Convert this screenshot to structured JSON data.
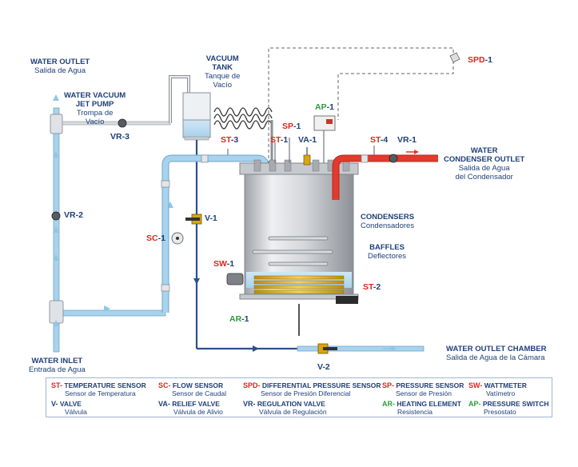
{
  "labels": {
    "water_outlet": {
      "title": "WATER OUTLET",
      "sub": "Salida de Agua"
    },
    "jet_pump": {
      "title1": "WATER VACUUM",
      "title2": "JET PUMP",
      "sub1": "Trompa de",
      "sub2": "Vacío"
    },
    "vacuum_tank": {
      "title1": "VACUUM",
      "title2": "TANK",
      "sub1": "Tanque de",
      "sub2": "Vacío"
    },
    "condenser_outlet": {
      "title1": "WATER",
      "title2": "CONDENSER OUTLET",
      "sub1": "Salida de Agua",
      "sub2": "del Condensador"
    },
    "condensers": {
      "title": "CONDENSERS",
      "sub": "Condensadores"
    },
    "baffles": {
      "title": "BAFFLES",
      "sub": "Deflectores"
    },
    "water_inlet": {
      "title": "WATER INLET",
      "sub": "Entrada de Agua"
    },
    "water_outlet_chamber": {
      "title": "WATER OUTLET CHAMBER",
      "sub": "Salida de Agua de la Cámara"
    }
  },
  "tags": {
    "vr3": {
      "prefix": "VR",
      "num": "-3"
    },
    "vr2": {
      "prefix": "VR",
      "num": "-2"
    },
    "vr1": {
      "prefix": "VR",
      "num": "-1"
    },
    "v1": {
      "prefix": "V",
      "num": "-1"
    },
    "v2": {
      "prefix": "V",
      "num": "-2"
    },
    "sc1": {
      "prefix": "SC",
      "num": "-1"
    },
    "st1": {
      "prefix": "ST",
      "num": "-1"
    },
    "st2": {
      "prefix": "ST",
      "num": "-2"
    },
    "st3": {
      "prefix": "ST",
      "num": "-3"
    },
    "st4": {
      "prefix": "ST",
      "num": "-4"
    },
    "sp1": {
      "prefix": "SP",
      "num": "-1"
    },
    "va1": {
      "prefix": "VA",
      "num": "-1"
    },
    "ap1": {
      "prefix": "AP",
      "num": "-1"
    },
    "spd1": {
      "prefix": "SPD",
      "num": "-1"
    },
    "sw1": {
      "prefix": "SW",
      "num": "-1"
    },
    "ar1": {
      "prefix": "AR",
      "num": "-1"
    }
  },
  "legend": [
    {
      "key": "ST-",
      "title": "TEMPERATURE SENSOR",
      "sub": "Sensor de Temperatura"
    },
    {
      "key": "SC-",
      "title": "FLOW SENSOR",
      "sub": "Sensor de Caudal"
    },
    {
      "key": "SPD-",
      "title": "DIFFERENTIAL PRESSURE SENSOR",
      "sub": "Sensor de Presión Diferencial"
    },
    {
      "key": "SP-",
      "title": "PRESSURE SENSOR",
      "sub": "Sensor de Presión"
    },
    {
      "key": "SW-",
      "title": "WATTMETER",
      "sub": "Vatímetro"
    },
    {
      "key": "V-",
      "title": "VALVE",
      "sub": "Válvula"
    },
    {
      "key": "VA-",
      "title": "RELIEF VALVE",
      "sub": "Válvula de Alivio"
    },
    {
      "key": "VR-",
      "title": "REGULATION VALVE",
      "sub": "Válvula de Regulación"
    },
    {
      "key": "AR-",
      "title": "HEATING ELEMENT",
      "sub": "Resistencia"
    },
    {
      "key": "AP-",
      "title": "PRESSURE SWITCH",
      "sub": "Presostato"
    }
  ],
  "colors": {
    "pipe_blue": "#a9d2ec",
    "pipe_red": "#e23a2e",
    "text_blue": "#1f3f77",
    "tag_red": "#e0251b",
    "tag_green": "#2e9b3c"
  }
}
